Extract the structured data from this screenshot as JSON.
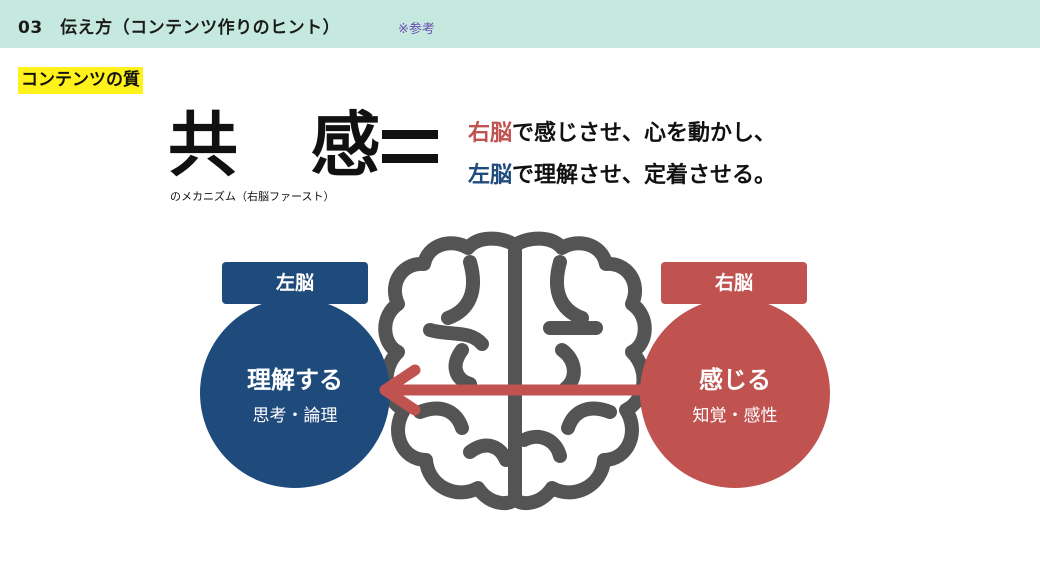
{
  "header": {
    "title": "03　伝え方（コンテンツ作りのヒント）",
    "note": "※参考",
    "bg_color": "#c5e9df"
  },
  "section_label": "コンテンツの質",
  "headline": {
    "kyokan": "共 感",
    "mechanism": "のメカニズム（右脳ファースト）",
    "line1": {
      "highlight": "右脳",
      "rest": "で感じさせ、心を動かし、"
    },
    "line2": {
      "highlight": "左脳",
      "rest": "で理解させ、定着させる。"
    }
  },
  "left_brain": {
    "tab": "左脳",
    "main": "理解する",
    "sub": "思考・論理",
    "color": "#1f4a7c"
  },
  "right_brain": {
    "tab": "右脳",
    "main": "感じる",
    "sub": "知覚・感性",
    "color": "#c05250"
  },
  "icons": {
    "brain": "brain-icon",
    "arrow": "arrow-left-icon",
    "equals": "equals-icon"
  }
}
